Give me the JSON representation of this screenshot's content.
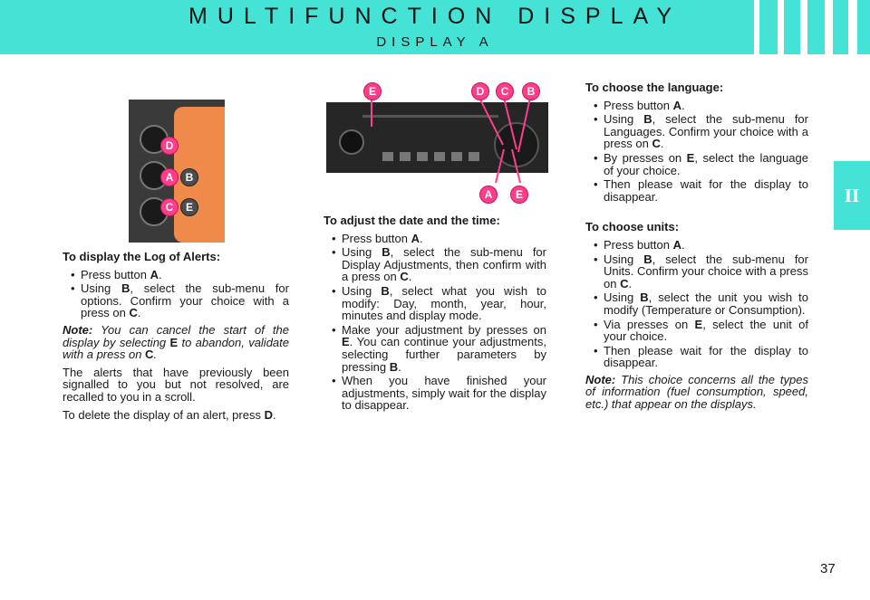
{
  "header": {
    "title": "MULTIFUNCTION DISPLAY",
    "subtitle": "DISPLAY A"
  },
  "chapter_tab": "II",
  "figure1_labels": {
    "d": "D",
    "a": "A",
    "b": "B",
    "c": "C",
    "e": "E"
  },
  "figure2_labels": {
    "e_top": "E",
    "d": "D",
    "c": "C",
    "b": "B",
    "a": "A",
    "e_bottom": "E"
  },
  "col1": {
    "heading": "To display the Log of Alerts:",
    "b1_pre": "Press button ",
    "b1_key": "A",
    "b1_post": ".",
    "b2_pre": "Using ",
    "b2_key": "B",
    "b2_mid": ", select the sub-menu for options. Confirm your choice with a press on ",
    "b2_key2": "C",
    "b2_post": ".",
    "note_label": "Note:",
    "note_text": " You can cancel the start of the display by selecting ",
    "note_key": "E",
    "note_text2": " to aban­don, validate with a press on ",
    "note_key2": "C",
    "note_post": ".",
    "para1": "The alerts that have previously been signalled to you but not resolved, are recalled to you in a scroll.",
    "para2_pre": "To delete the display of an alert, press ",
    "para2_key": "D",
    "para2_post": "."
  },
  "col2": {
    "heading": "To adjust the date and the time:",
    "b1_pre": "Press button ",
    "b1_key": "A",
    "b1_post": ".",
    "b2_pre": "Using ",
    "b2_key": "B",
    "b2_mid": ", select the sub-menu for Display Adjustments, then confirm with a press on ",
    "b2_key2": "C",
    "b2_post": ".",
    "b3_pre": "Using ",
    "b3_key": "B",
    "b3_post": ", select what you wish to modify: Day, month, year, hour, minutes and display mode.",
    "b4_pre": "Make your adjustment by presses on ",
    "b4_key": "E",
    "b4_mid": ". You can continue your adjustments, selecting fur­ther parameters by pressing ",
    "b4_key2": "B",
    "b4_post": ".",
    "b5": "When you have finished your adjustments, simply wait for the display to disappear."
  },
  "col3": {
    "heading1": "To choose the language:",
    "l1_pre": "Press button ",
    "l1_key": "A",
    "l1_post": ".",
    "l2_pre": "Using ",
    "l2_key": "B",
    "l2_mid": ", select the sub-menu for Languages. Confirm your choice with a press on ",
    "l2_key2": "C",
    "l2_post": ".",
    "l3_pre": "By presses on ",
    "l3_key": "E",
    "l3_post": ", select the lan­guage of your choice.",
    "l4": "Then please wait for the display to disappear.",
    "heading2": "To choose units:",
    "u1_pre": "Press button ",
    "u1_key": "A",
    "u1_post": ".",
    "u2_pre": "Using ",
    "u2_key": "B",
    "u2_mid": ", select the sub-menu for Units. Confirm your choice with a press on ",
    "u2_key2": "C",
    "u2_post": ".",
    "u3_pre": "Using ",
    "u3_key": "B",
    "u3_post": ", select the unit you wish to modify (Temperature or Consumption).",
    "u4_pre": "Via presses on ",
    "u4_key": "E",
    "u4_post": ", select the unit of your choice.",
    "u5": "Then please wait for the display to disappear.",
    "note_label": "Note:",
    "note_text": " This choice concerns all the types of information (fuel con­sumption, speed, etc.) that appear on the displays."
  },
  "page_number": "37",
  "colors": {
    "accent": "#45e3d6",
    "badge": "#ff3d8a",
    "display": "#f08a4b"
  }
}
